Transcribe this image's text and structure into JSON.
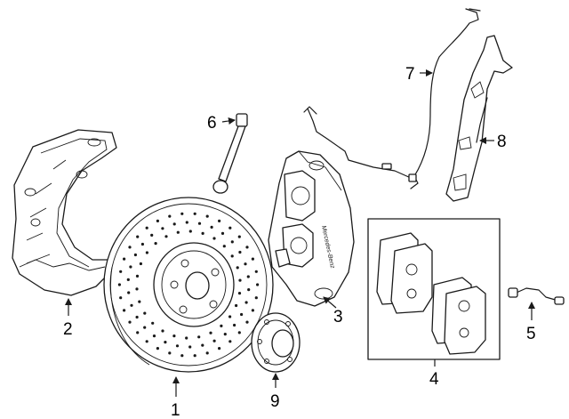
{
  "callouts": [
    {
      "id": "1",
      "text": "1"
    },
    {
      "id": "2",
      "text": "2"
    },
    {
      "id": "3",
      "text": "3"
    },
    {
      "id": "4",
      "text": "4"
    },
    {
      "id": "5",
      "text": "5"
    },
    {
      "id": "6",
      "text": "6"
    },
    {
      "id": "7",
      "text": "7"
    },
    {
      "id": "8",
      "text": "8"
    },
    {
      "id": "9",
      "text": "9"
    }
  ],
  "caliper_brand": "Mercedes-Benz",
  "colors": {
    "stroke": "#1a1a1a",
    "background": "#ffffff"
  }
}
